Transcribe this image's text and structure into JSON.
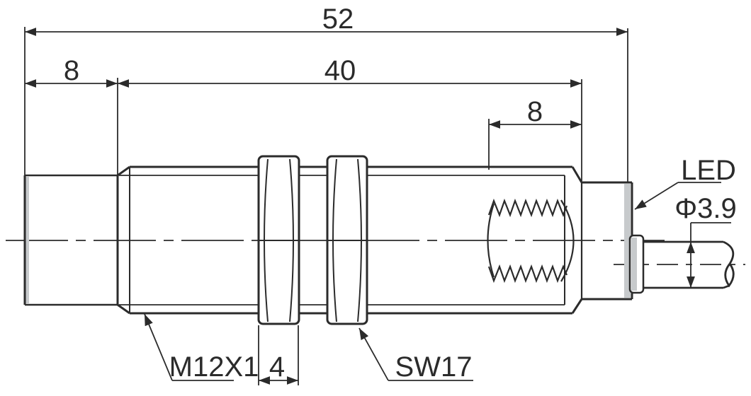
{
  "drawing": {
    "kind": "technical-dimension-drawing",
    "colors": {
      "line": "#2b2b2b",
      "accent_gray": "#c7cacc",
      "background": "#ffffff"
    },
    "labels": {
      "total_length": "52",
      "head_length": "8",
      "body_length": "40",
      "rear_thread_length": "8",
      "nut_width": "4",
      "thread_spec": "M12X1",
      "wrench_size": "SW17",
      "led": "LED",
      "cable_diameter": "Φ3.9"
    }
  }
}
